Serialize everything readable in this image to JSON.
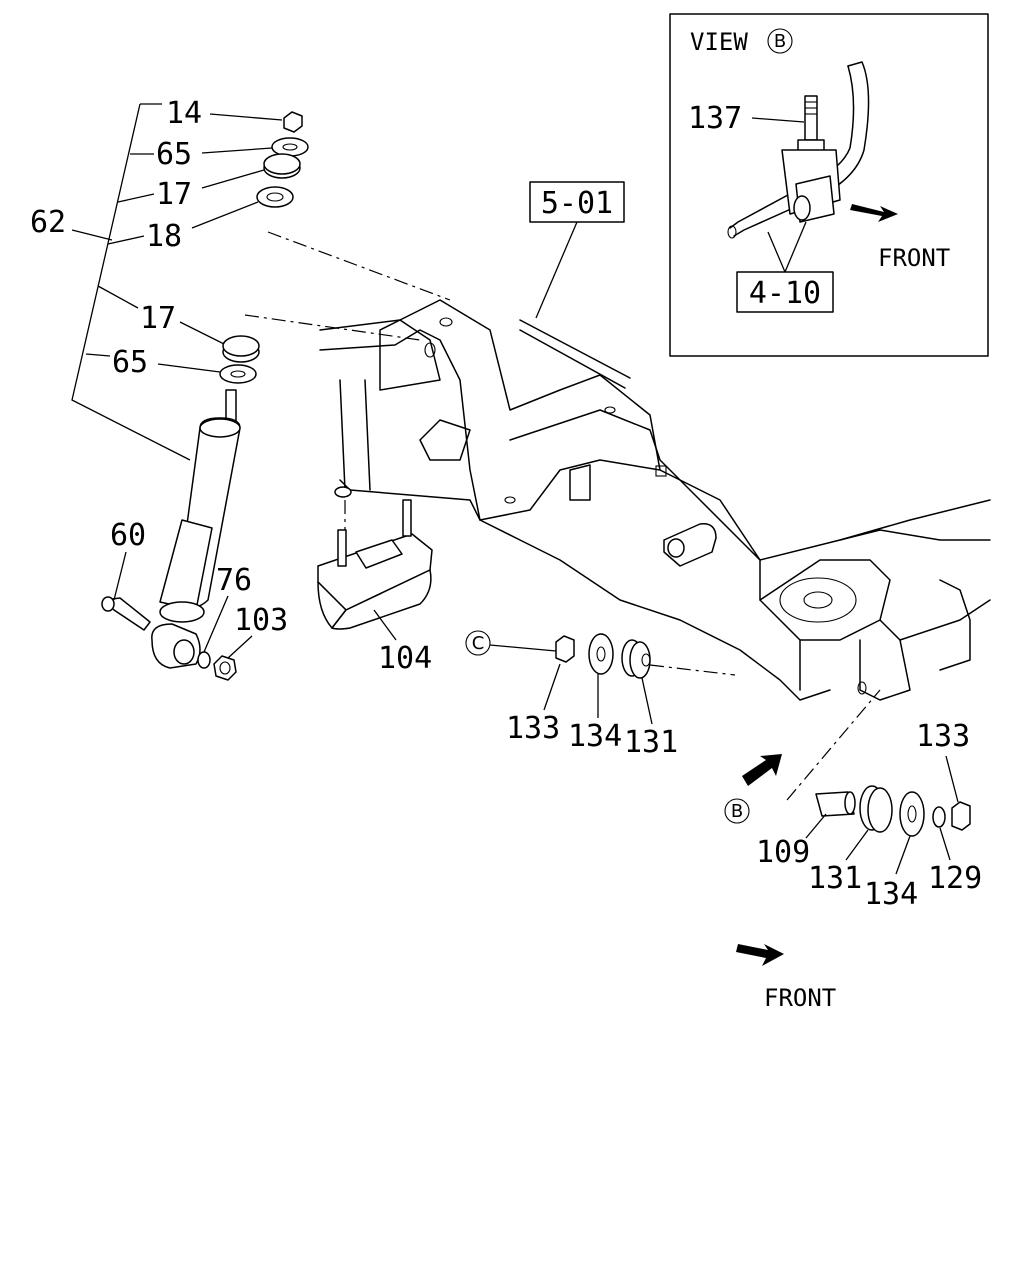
{
  "labels": {
    "p14": "14",
    "p65a": "65",
    "p17a": "17",
    "p18": "18",
    "p62": "62",
    "p17b": "17",
    "p65b": "65",
    "p60": "60",
    "p76": "76",
    "p103": "103",
    "p104": "104",
    "p133a": "133",
    "p134a": "134",
    "p131a": "131",
    "p133b": "133",
    "p109": "109",
    "p131b": "131",
    "p134b": "134",
    "p129": "129",
    "p137": "137"
  },
  "refs": {
    "ref_501": "5-01",
    "ref_410": "4-10"
  },
  "callouts": {
    "c": "C",
    "b": "B",
    "view_b": "B"
  },
  "view_title": "VIEW",
  "front_inset": "FRONT",
  "front_main": "FRONT"
}
